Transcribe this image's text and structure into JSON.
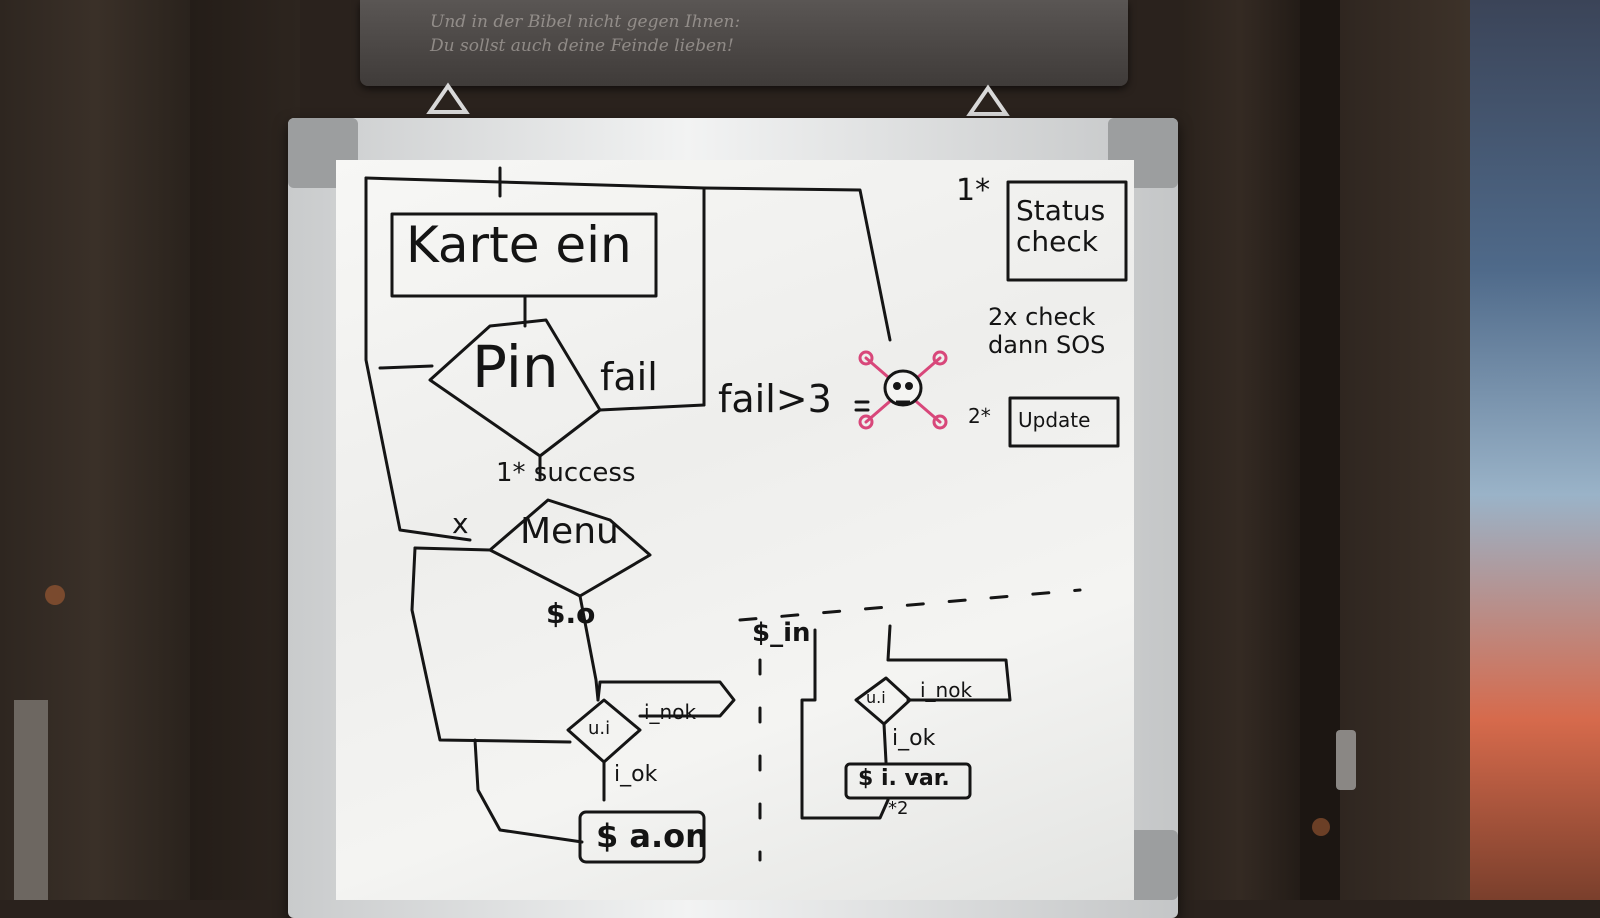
{
  "plaque": {
    "line1": "Und in der Bibel nicht gegen Ihnen:",
    "line2": "Du sollst auch deine Feinde lieben!"
  },
  "board": {
    "main_box": "Karte ein",
    "pin_diamond": "Pin",
    "fail_label": "fail",
    "fail_over_label": "fail>3",
    "success_label": "1* success",
    "menu_diamond": "Menu",
    "cash_out_label": "$.o",
    "ui_diamond": "u.i",
    "i_nok_label": "i_nok",
    "i_ok_label": "i_ok",
    "cash_box": "$ a.on",
    "star_note_1": "1*",
    "status_box": "Status check",
    "note_check": "2x check dann SOS",
    "star_note_2": "2*",
    "update_box": "Update",
    "cash_in_label": "$_in",
    "ui_diamond_2": "u.i",
    "i_nok_label_2": "i_nok",
    "i_ok_label_2": "i_ok",
    "cash_var_box": "$ i. var.",
    "star_mark": "*2",
    "cross_mark": "x"
  },
  "icons": {
    "skull": "skull-crossbones-icon"
  },
  "colors": {
    "ink": "#151515",
    "skull": "#d8477a",
    "board": "#f4f4f2",
    "wood": "#2a221d"
  }
}
